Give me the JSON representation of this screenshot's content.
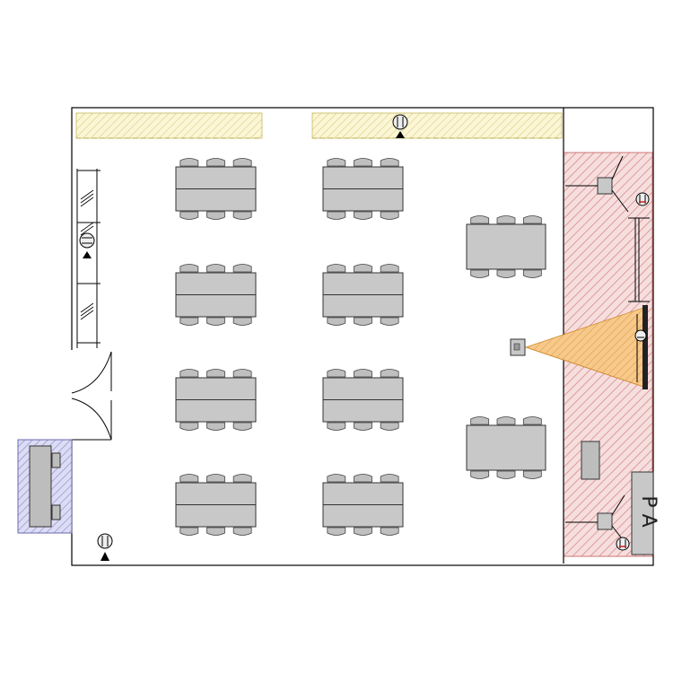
{
  "labels": {
    "pa": "P A"
  },
  "colors": {
    "stage": "#e8a0a0",
    "wall_strip": "#f0e68c",
    "projection": "#f5b050",
    "booth": "#9a9ad8",
    "table": "#c8c8c8",
    "chair": "#bfbfbf"
  },
  "tables": {
    "rows": 4,
    "columns": 2,
    "chairs_per_side": 3,
    "side_tables": 2
  }
}
